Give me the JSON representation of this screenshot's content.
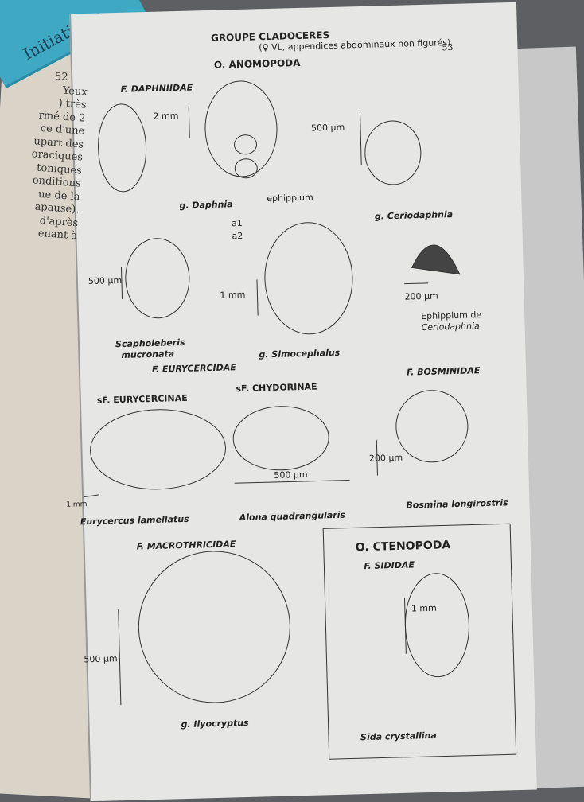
{
  "left_book": {
    "cover_title": "Initiation a",
    "page_number": "52",
    "text_lines": [
      "Yeux",
      ") très",
      "rmé de 2",
      "ce d'une",
      "upart des",
      "oraciques",
      "toniques",
      "onditions",
      "ue de la",
      "apause).",
      "d'après",
      "enant à"
    ]
  },
  "page": {
    "title": "GROUPE CLADOCERES",
    "subtitle": "(♀ VL, appendices abdominaux non figurés)",
    "page_number": "53",
    "order1": "O. ANOMOPODA",
    "fam_daphniidae": "F. DAPHNIIDAE",
    "scale_2mm": "2 mm",
    "label_daphnia": "g. Daphnia",
    "label_ephippium": "ephippium",
    "scale_500a": "500 µm",
    "label_ceriodaphnia": "g. Ceriodaphnia",
    "a1": "a1",
    "a2": "a2",
    "scale_500b": "500 µm",
    "label_scaph1": "Scapholeberis",
    "label_scaph2": "mucronata",
    "scale_1mm_a": "1 mm",
    "label_simocephalus": "g. Simocephalus",
    "scale_200a": "200 µm",
    "label_eph1": "Ephippium de",
    "label_eph2": "Ceriodaphnia",
    "fam_eurycercidae": "F. EURYCERCIDAE",
    "fam_bosminidae": "F. BOSMINIDAE",
    "sf_eurycercinae": "sF. EURYCERCINAE",
    "sf_chydorinae": "sF. CHYDORINAE",
    "scale_1mm_b": "1 mm",
    "label_eurycercus": "Eurycercus lamellatus",
    "scale_500c": "500 µm",
    "label_alona": "Alona quadrangularis",
    "scale_200b": "200 µm",
    "label_bosmina": "Bosmina longirostris",
    "fam_macrothricidae": "F. MACROTHRICIDAE",
    "scale_500d": "500 µm",
    "label_ilyocryptus": "g. Ilyocryptus",
    "order2": "O. CTENOPODA",
    "fam_sididae": "F. SIDIDAE",
    "scale_1mm_c": "1 mm",
    "label_sida": "Sida crystallina"
  }
}
